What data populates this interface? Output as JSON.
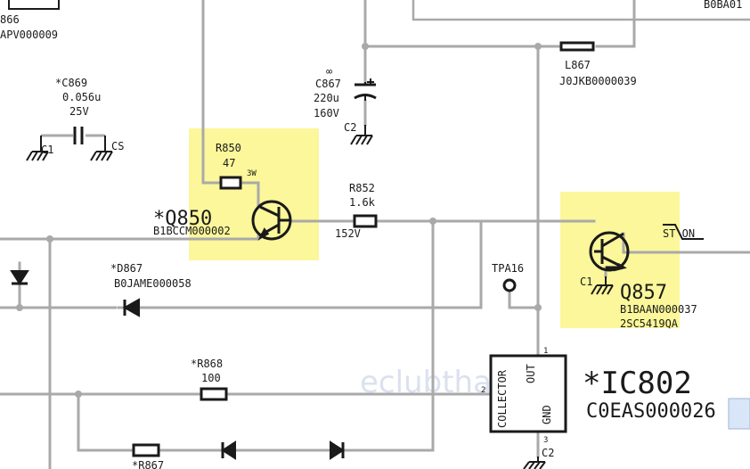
{
  "labels": {
    "tl_ref": "866",
    "tl_part": "APV000009",
    "c869_ref": "*C869",
    "c869_val": "0.056u",
    "c869_volt": "25V",
    "c1": "C1",
    "cs": "CS",
    "r850_ref": "R850",
    "r850_val": "47",
    "r850_watt": "3W",
    "q850_ref": "*Q850",
    "q850_part": "B1BCCM000002",
    "c867_mark": "∞",
    "c867_ref": "C867",
    "c867_val": "220u",
    "c867_volt": "160V",
    "c2_top": "C2",
    "l867_ref": "L867",
    "l867_part": "J0JKB0000039",
    "bubau_partial": "B0BA01",
    "r852_ref": "R852",
    "r852_val": "1.6k",
    "v152": "152V",
    "d867_ref": "*D867",
    "d867_part": "B0JAME000058",
    "tpa16": "TPA16",
    "st_on": "ST ON",
    "c1_q857": "C1",
    "q857_ref": "Q857",
    "q857_part1": "B1BAAN000037",
    "q857_part2": "2SC5419QA",
    "r868_ref": "*R868",
    "r868_val": "100",
    "ic_collector": "COLLECTOR",
    "ic_out": "OUT",
    "ic_gnd": "GND",
    "pin1": "1",
    "pin2": "2",
    "pin3": "3",
    "ic802_ref": "*IC802",
    "ic802_part": "C0EAS000026",
    "c2_bottom": "C2",
    "r867_ref": "*R867",
    "watermark": "eclubthai"
  },
  "colors": {
    "wire": "#a9a9a9",
    "ink": "#1a1a1a",
    "highlight": "#fbf79a",
    "watermark": "#dbe1ef"
  }
}
